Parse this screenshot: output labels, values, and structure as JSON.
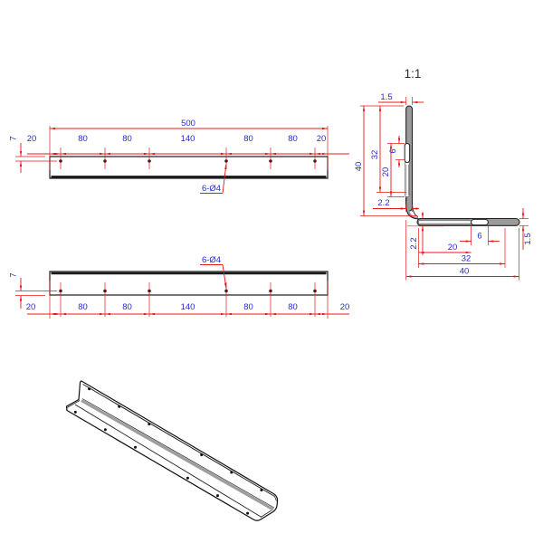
{
  "drawing_title": "sheet-metal angle bracket drawing",
  "colors": {
    "dimension_line": "#e81818",
    "dimension_text": "#2a2ace",
    "outline": "#1a1a1a",
    "section_fill": "#9b9b9b"
  },
  "views": {
    "top_flat": {
      "overall": "500",
      "segments": [
        "20",
        "80",
        "80",
        "140",
        "80",
        "80",
        "20"
      ],
      "edge": "7",
      "callout": "6-Ø4"
    },
    "bottom_flat": {
      "segments": [
        "20",
        "80",
        "80",
        "140",
        "80",
        "80",
        "20"
      ],
      "edge": "7",
      "callout": "6-Ø4"
    },
    "section": {
      "scale": "1:1",
      "vleg": {
        "thickness": "1.5",
        "height": "40",
        "d32": "32",
        "d20": "20",
        "d6": "6",
        "d22": "2.2"
      },
      "hleg": {
        "d22": "2.2",
        "d6": "6",
        "d20": "20",
        "d32": "32",
        "width": "40",
        "thickness": "1.5"
      }
    }
  }
}
